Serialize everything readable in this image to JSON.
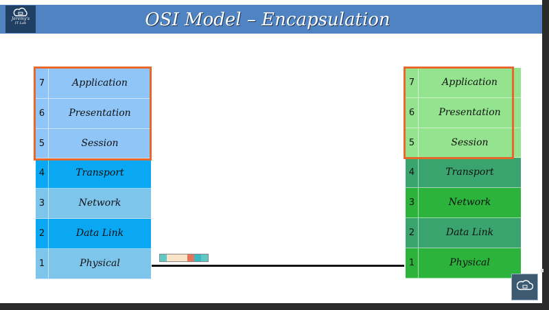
{
  "header": {
    "title": "OSI Model – Encapsulation",
    "logo_line1": "Jeremy's",
    "logo_line2": "IT Lab"
  },
  "left_stack": {
    "layers": [
      {
        "num": "7",
        "name": "Application",
        "color": "#8fc6f7"
      },
      {
        "num": "6",
        "name": "Presentation",
        "color": "#8fc6f7"
      },
      {
        "num": "5",
        "name": "Session",
        "color": "#8fc6f7"
      },
      {
        "num": "4",
        "name": "Transport",
        "color": "#0aa7f2"
      },
      {
        "num": "3",
        "name": "Network",
        "color": "#7ec5ec"
      },
      {
        "num": "2",
        "name": "Data Link",
        "color": "#0aa7f2"
      },
      {
        "num": "1",
        "name": "Physical",
        "color": "#7ec5ec"
      }
    ]
  },
  "right_stack": {
    "layers": [
      {
        "num": "7",
        "name": "Application",
        "color": "#94e38e"
      },
      {
        "num": "6",
        "name": "Presentation",
        "color": "#94e38e"
      },
      {
        "num": "5",
        "name": "Session",
        "color": "#94e38e"
      },
      {
        "num": "4",
        "name": "Transport",
        "color": "#3aa46f"
      },
      {
        "num": "3",
        "name": "Network",
        "color": "#2bb33b"
      },
      {
        "num": "2",
        "name": "Data Link",
        "color": "#3aa46f"
      },
      {
        "num": "1",
        "name": "Physical",
        "color": "#2bb33b"
      }
    ]
  },
  "frame_segments": [
    {
      "color": "#5ec9c5",
      "share": 1
    },
    {
      "color": "#fbe3c8",
      "share": 3
    },
    {
      "color": "#e8745a",
      "share": 1
    },
    {
      "color": "#3bb7c6",
      "share": 1
    },
    {
      "color": "#5ec9c5",
      "share": 1
    }
  ],
  "colors": {
    "highlight": "#e9672a",
    "title_bar": "#4f83c2"
  }
}
